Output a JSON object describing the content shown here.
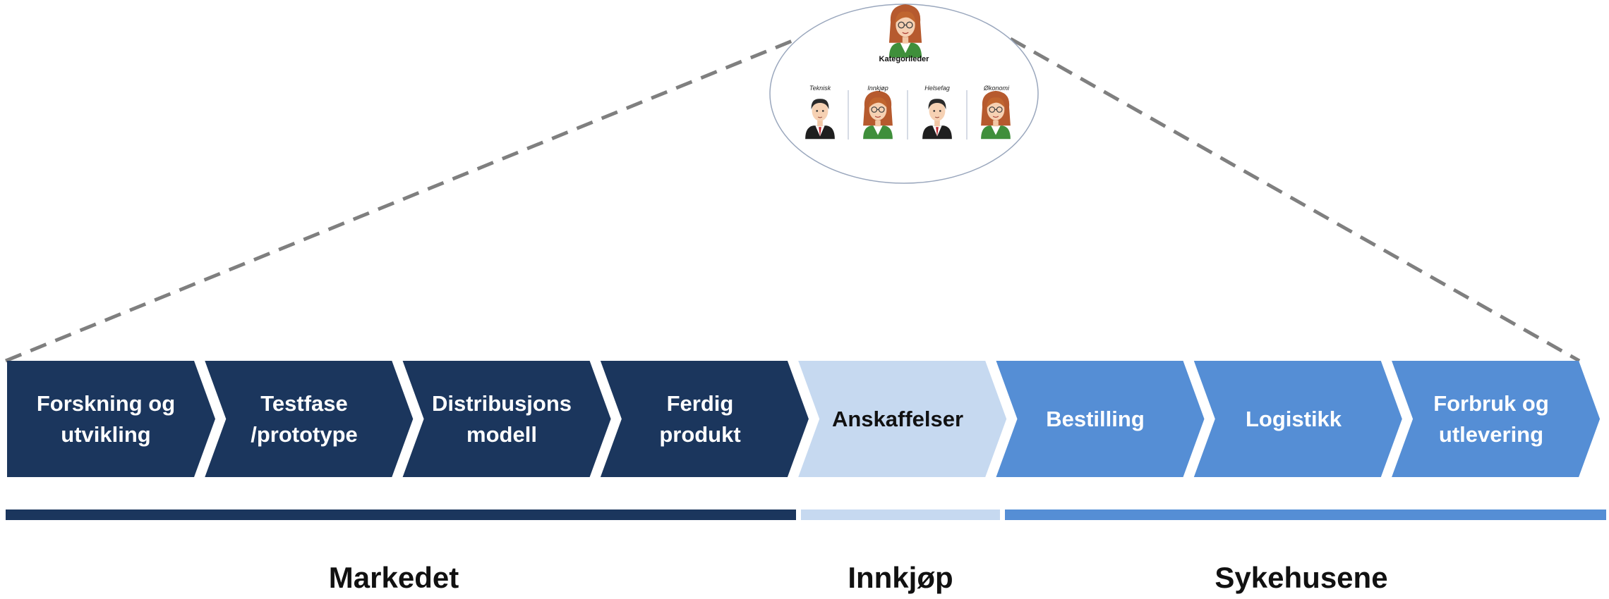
{
  "colors": {
    "dark": "#1b365d",
    "light": "#c6d9f0",
    "medium": "#558ed5",
    "dashed_line": "#7f7f7f"
  },
  "team": {
    "lead": {
      "title": "Kategorileder",
      "icon": "woman-avatar-icon"
    },
    "members": [
      {
        "role": "Teknisk",
        "icon": "man-avatar-icon"
      },
      {
        "role": "Innkjøp",
        "icon": "woman-avatar-icon"
      },
      {
        "role": "Helsefag",
        "icon": "man-avatar-icon"
      },
      {
        "role": "Økonomi",
        "icon": "woman-avatar-icon"
      }
    ]
  },
  "process_steps": [
    {
      "label": "Forskning og\nutvikling",
      "group": "dark"
    },
    {
      "label": "Testfase\n/prototype",
      "group": "dark"
    },
    {
      "label": "Distribusjons\nmodell",
      "group": "dark"
    },
    {
      "label": "Ferdig\nprodukt",
      "group": "dark"
    },
    {
      "label": "Anskaffelser",
      "group": "light"
    },
    {
      "label": "Bestilling",
      "group": "medium"
    },
    {
      "label": "Logistikk",
      "group": "medium"
    },
    {
      "label": "Forbruk og\nutlevering",
      "group": "medium"
    }
  ],
  "groups": [
    {
      "label": "Markedet",
      "color": "dark"
    },
    {
      "label": "Innkjøp",
      "color": "light"
    },
    {
      "label": "Sykehusene",
      "color": "medium"
    }
  ]
}
